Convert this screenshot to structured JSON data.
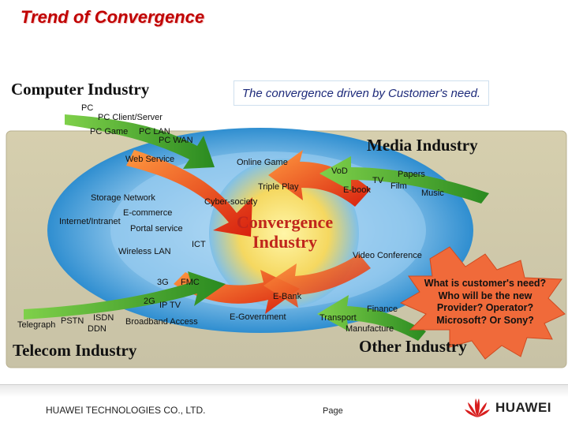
{
  "title": "Trend of Convergence",
  "quote": "The convergence driven by Customer's need.",
  "industries": {
    "computer": "Computer Industry",
    "media": "Media Industry",
    "telecom": "Telecom Industry",
    "other": "Other Industry",
    "convergence_line1": "Convergence",
    "convergence_line2": "Industry"
  },
  "labels": {
    "pc": "PC",
    "pc_client_server": "PC Client/Server",
    "pc_game": "PC Game",
    "pc_lan": "PC LAN",
    "pc_wan": "PC WAN",
    "web_service": "Web Service",
    "online_game": "Online Game",
    "triple_play": "Triple Play",
    "storage_network": "Storage Network",
    "cyber_society": "Cyber-society",
    "internet_intranet": "Internet/Intranet",
    "e_commerce": "E-commerce",
    "portal_service": "Portal service",
    "ict": "ICT",
    "wireless_lan": "Wireless LAN",
    "vod": "VoD",
    "tv": "TV",
    "papers": "Papers",
    "film": "Film",
    "e_book": "E-book",
    "music": "Music",
    "video_conference": "Video Conference",
    "g3": "3G",
    "fmc": "FMC",
    "g2": "2G",
    "ip_tv": "IP TV",
    "telegraph": "Telegraph",
    "pstn": "PSTN",
    "isdn": "ISDN",
    "ddn": "DDN",
    "broadband_access": "Broadband Access",
    "e_bank": "E-Bank",
    "e_government": "E-Government",
    "transport": "Transport",
    "finance": "Finance",
    "manufacture": "Manufacture"
  },
  "callout": "What is customer's need? Who will be the new Provider? Operator? Microsoft? Or Sony?",
  "footer": {
    "company": "HUAWEI TECHNOLOGIES CO., LTD.",
    "page": "Page",
    "logo": "HUAWEI"
  },
  "colors": {
    "title": "#c00000",
    "arrow_green": "#3aa02c",
    "arrow_red": "#e8361c",
    "ring_blue": "#2f8ed0",
    "core": "#f5d860",
    "callout": "#f06a3a"
  }
}
